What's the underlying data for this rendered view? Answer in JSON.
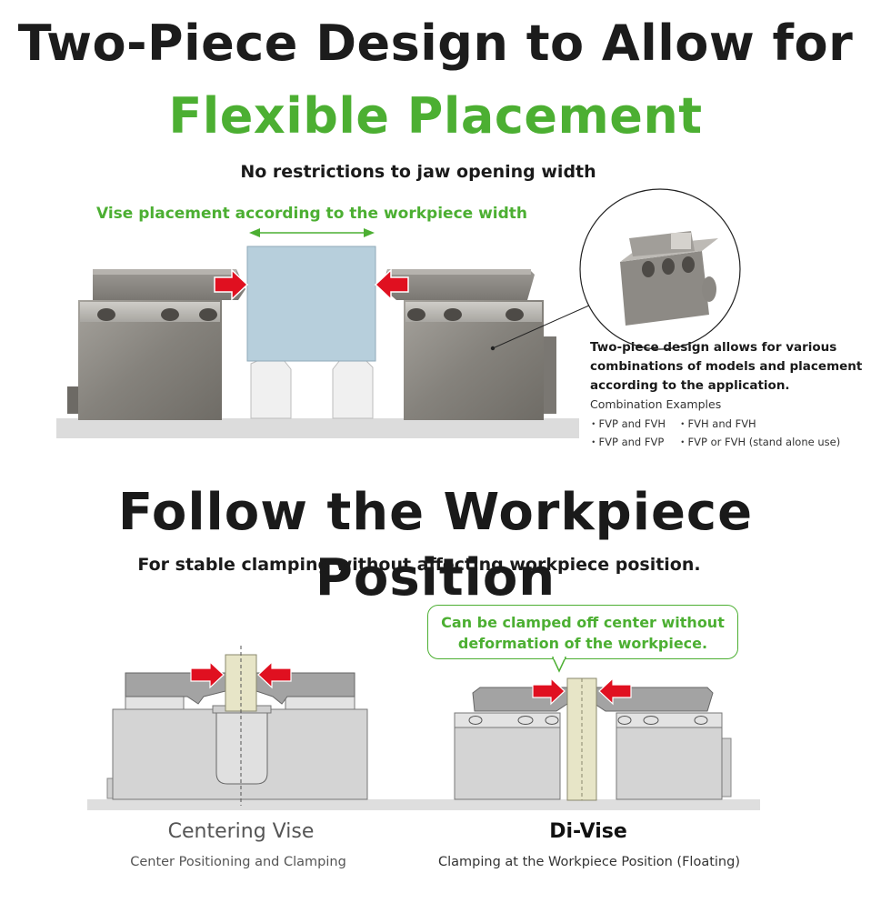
{
  "heading1": {
    "line1": "Two-Piece Design to Allow for",
    "line2": "Flexible Placement",
    "subtitle": "No restrictions to jaw opening width",
    "placement_label": "Vise placement according to the workpiece width",
    "callout_lines": [
      "Two-piece design allows for various",
      "combinations of models and placement",
      "according to the application."
    ],
    "combination_title": "Combination Examples",
    "combinations": [
      "・FVP and FVH",
      "・FVH and FVH",
      "・FVP and FVP",
      "・FVP or FVH (stand alone use)"
    ]
  },
  "heading2": {
    "title": "Follow the Workpiece Position",
    "subtitle": "For stable clamping without affecting workpiece position.",
    "bubble_lines": [
      "Can be clamped off center without",
      "deformation of the workpiece."
    ]
  },
  "left_diagram": {
    "title": "Centering Vise",
    "subtitle": "Center Positioning and Clamping"
  },
  "right_diagram": {
    "title": "Di-Vise",
    "subtitle": "Clamping at the Workpiece Position (Floating)"
  },
  "colors": {
    "accent_green": "#4caf32",
    "arrow_red": "#e01020",
    "workpiece_blue": "#b7cfdc",
    "workpiece_beige": "#e7e5c7",
    "steel": "#8f8c86"
  }
}
